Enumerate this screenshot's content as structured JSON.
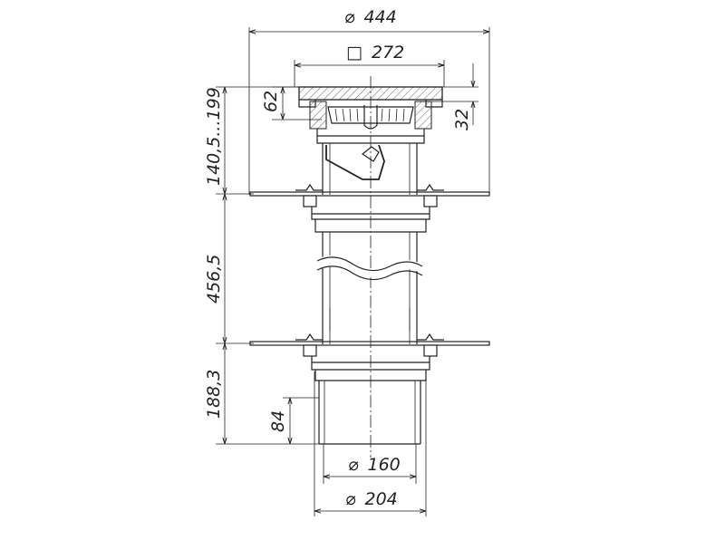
{
  "dimensions": {
    "overall_diameter": "444",
    "grate_size": "272",
    "grate_height": "62",
    "grate_depth": "32",
    "adjustable_height": "140,5...199",
    "body_height": "456,5",
    "outlet_height": "188,3",
    "spigot_height": "84",
    "outlet_diameter_inner": "160",
    "outlet_diameter_outer": "204"
  },
  "symbols": {
    "diameter": "⌀",
    "square": "□"
  }
}
